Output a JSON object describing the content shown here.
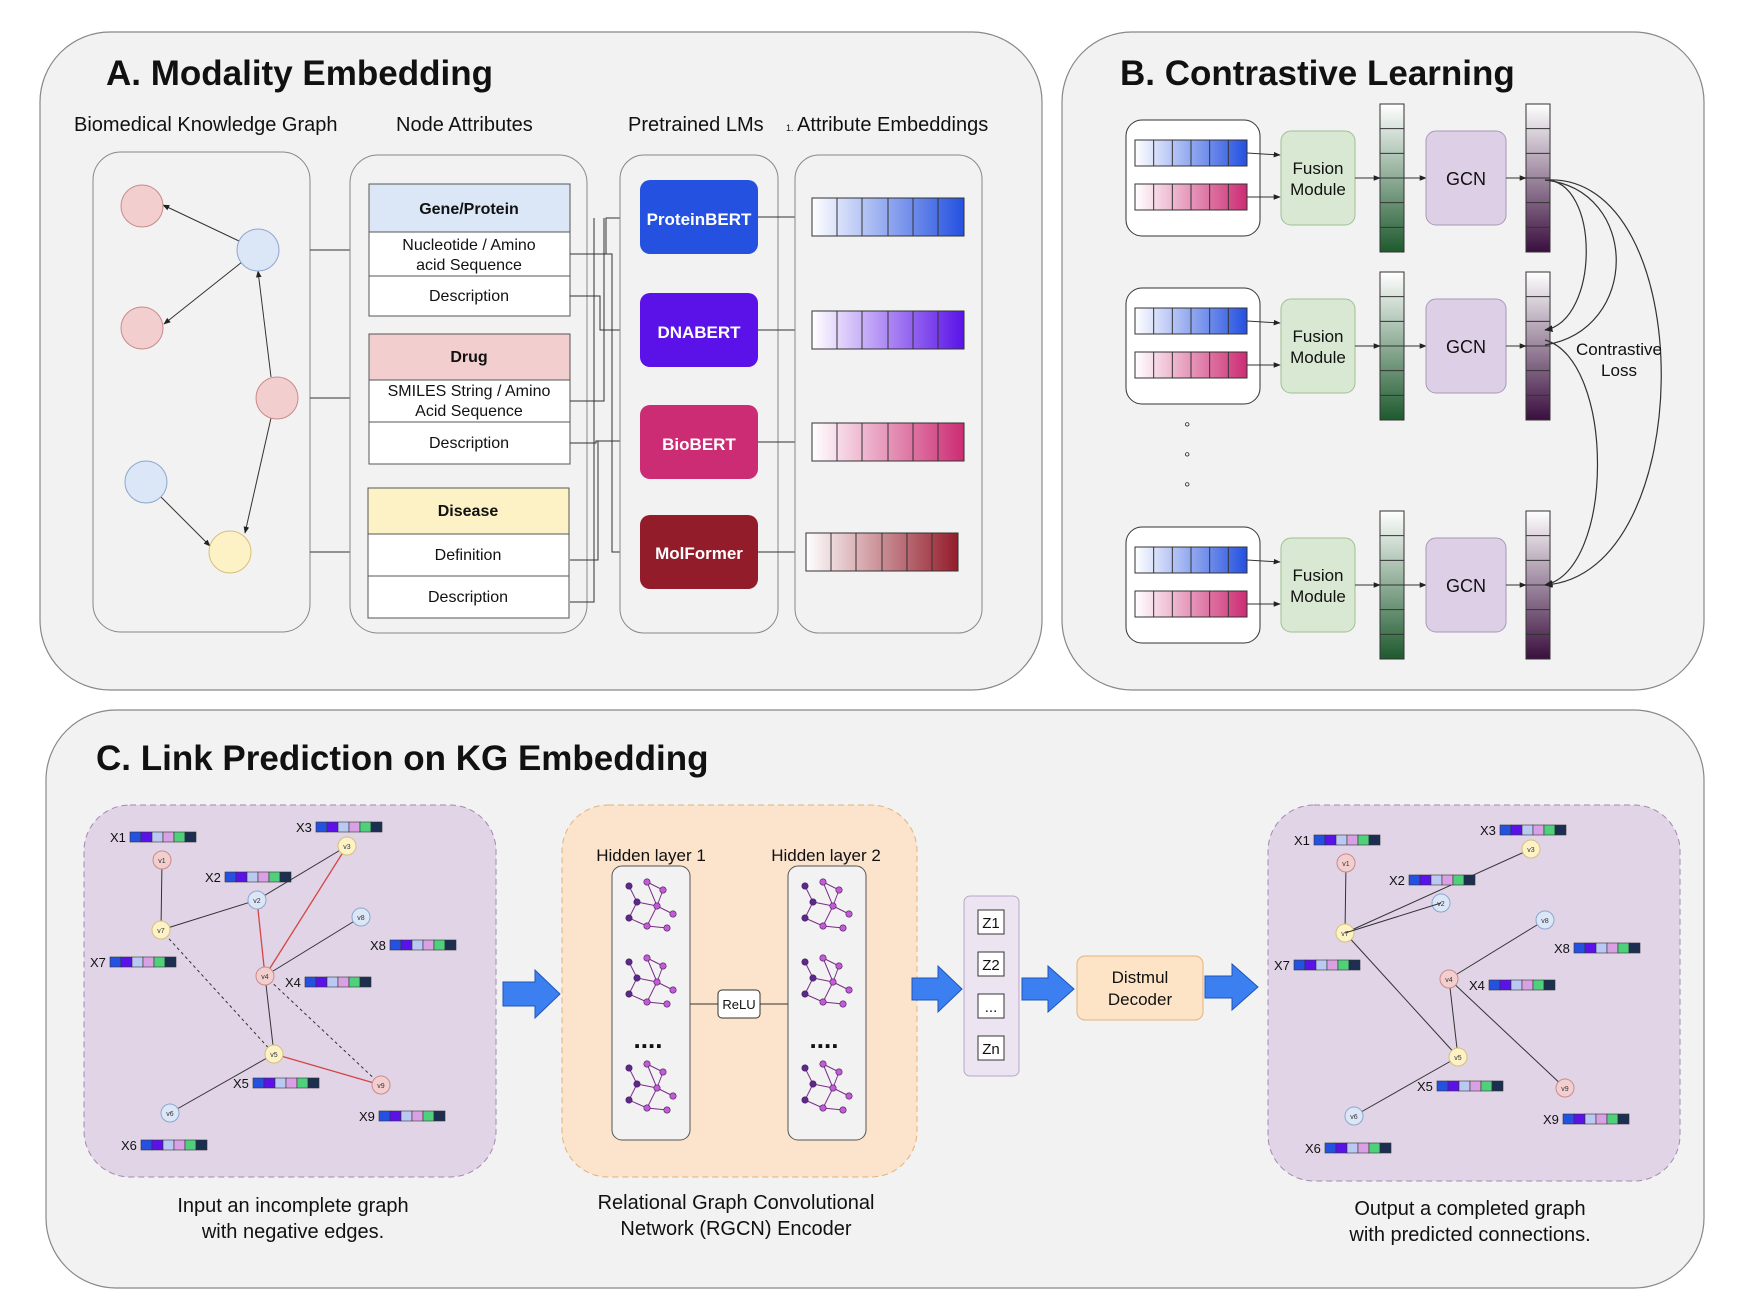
{
  "panel_a": {
    "title": "A. Modality Embedding",
    "col_kg": "Biomedical Knowledge Graph",
    "col_attr": "Node Attributes",
    "col_lm": "Pretrained LMs",
    "col_emb_prefix": "1.",
    "col_emb": "Attribute Embeddings",
    "gene_header": "Gene/Protein",
    "gene_row1_l1": "Nucleotide / Amino",
    "gene_row1_l2": "acid Sequence",
    "gene_row2": "Description",
    "drug_header": "Drug",
    "drug_row1_l1": "SMILES String / Amino",
    "drug_row1_l2": "Acid Sequence",
    "drug_row2": "Description",
    "disease_header": "Disease",
    "disease_row1": "Definition",
    "disease_row2": "Description",
    "lms": [
      "ProteinBERT",
      "DNABERT",
      "BioBERT",
      "MolFormer"
    ]
  },
  "panel_b": {
    "title": "B. Contrastive Learning",
    "fusion_l1": "Fusion",
    "fusion_l2": "Module",
    "gcn": "GCN",
    "loss_l1": "Contrastive",
    "loss_l2": "Loss"
  },
  "panel_c": {
    "title": "C. Link Prediction on KG Embedding",
    "input_caption_l1": "Input an incomplete graph",
    "input_caption_l2": "with negative edges.",
    "hidden1": "Hidden layer 1",
    "hidden2": "Hidden layer 2",
    "relu": "ReLU",
    "dots": "....",
    "encoder_caption_l1": "Relational Graph Convolutional",
    "encoder_caption_l2": "Network (RGCN) Encoder",
    "z_labels": [
      "Z1",
      "Z2",
      "...",
      "Zn"
    ],
    "decoder_l1": "Distmul",
    "decoder_l2": "Decoder",
    "output_caption_l1": "Output a completed graph",
    "output_caption_l2": "with predicted connections.",
    "x_labels": [
      "X1",
      "X2",
      "X3",
      "X4",
      "X5",
      "X6",
      "X7",
      "X8",
      "X9"
    ],
    "v_labels": [
      "v1",
      "v2",
      "v3",
      "v4",
      "v5",
      "v6",
      "v7",
      "v8",
      "v9"
    ]
  },
  "colors": {
    "panel_bg": "#f2f2f2",
    "protein_bert": "#2451e0",
    "dnabert": "#5a12e8",
    "biobert": "#cc2c73",
    "molformer": "#931c2a",
    "fusion": "#d8e8d2",
    "gcn": "#ddd0e6",
    "graph_panel": "#e0d4e6",
    "encoder_panel": "#fbe3cc",
    "decoder": "#fde4c6",
    "arrow_blue": "#3b7ff0"
  }
}
